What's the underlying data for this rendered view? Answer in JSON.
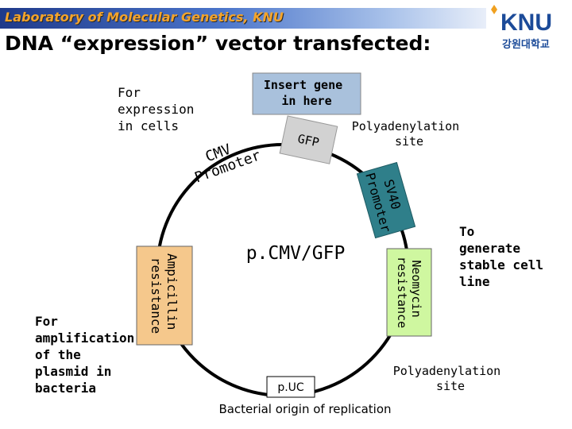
{
  "header": {
    "lab_title": "Laboratory of Molecular Genetics, KNU",
    "logo_text": "KNU",
    "logo_korean": "강원대학교"
  },
  "slide_title": "DNA “expression” vector transfected:",
  "annotations": {
    "for_expression": [
      "For",
      "expression",
      "in cells"
    ],
    "insert_gene": [
      "Insert gene",
      "in here"
    ],
    "polyA_top": [
      "Polyadenylation",
      "site"
    ],
    "to_generate": [
      "To",
      "generate",
      "stable cell",
      "line"
    ],
    "for_amplification": [
      "For",
      "amplification",
      "of the",
      "plasmid in",
      "bacteria"
    ],
    "polyA_bottom": [
      "Polyadenylation",
      "site"
    ],
    "bacterial_origin": "Bacterial origin of replication"
  },
  "plasmid": {
    "name": "p.CMV/GFP",
    "features": {
      "cmv_promoter": [
        "CMV",
        "Promoter"
      ],
      "gfp": "GFP",
      "sv40_promoter": [
        "SV40",
        "Promoter"
      ],
      "neomycin": [
        "Neomycin",
        "resistance"
      ],
      "ampicillin": [
        "Ampicillin",
        "resistance"
      ],
      "puc": "p.UC"
    }
  },
  "colors": {
    "insert_box": "#a9c1dc",
    "gfp_box": "#d2d2d2",
    "sv40_box": "#2f7f8a",
    "neomycin_box": "#cff7a0",
    "ampicillin_box": "#f5c88c",
    "header_accent": "#f4a42b",
    "logo_blue": "#1c4b99"
  }
}
